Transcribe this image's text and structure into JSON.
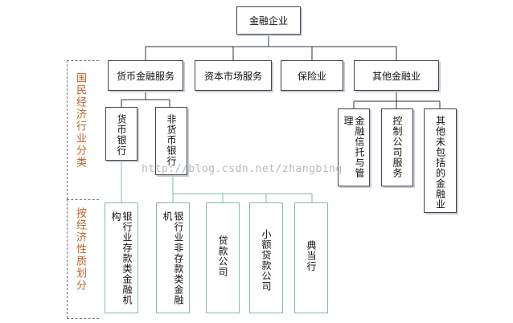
{
  "root": {
    "label": "金融企业"
  },
  "level1": [
    {
      "id": "monetary",
      "label": "货币金融服务"
    },
    {
      "id": "capital",
      "label": "资本市场服务"
    },
    {
      "id": "insurance",
      "label": "保险业"
    },
    {
      "id": "other",
      "label": "其他金融业"
    }
  ],
  "monetary_children": [
    {
      "id": "currency-bank",
      "label": "货币银行"
    },
    {
      "id": "non-currency-bank",
      "label": "非货币银行"
    }
  ],
  "other_children": [
    {
      "id": "trust",
      "label": "金融信托与管理"
    },
    {
      "id": "holding",
      "label": "控制公司服务"
    },
    {
      "id": "unlisted",
      "label": "其他未包括的金融业"
    }
  ],
  "economic_children": [
    {
      "id": "bank-deposit",
      "label": "银行业存款类金融机构"
    },
    {
      "id": "bank-nondeposit",
      "label": "银行业非存款类金融机"
    },
    {
      "id": "loan-company",
      "label": "贷款公司"
    },
    {
      "id": "micro-loan",
      "label": "小额贷款公司"
    },
    {
      "id": "pawn",
      "label": "典当行"
    }
  ],
  "side_labels": {
    "industry": "国民经济行业分类",
    "economic": "按经济性质划分"
  },
  "watermark": "http://blog.csdn.net/zhangbing",
  "colors": {
    "border": "#3f4650",
    "shadow": "#c9ced4",
    "teal": "#8ab6b3",
    "side_label": "#c0622c",
    "watermark": "#b8b8b8"
  }
}
